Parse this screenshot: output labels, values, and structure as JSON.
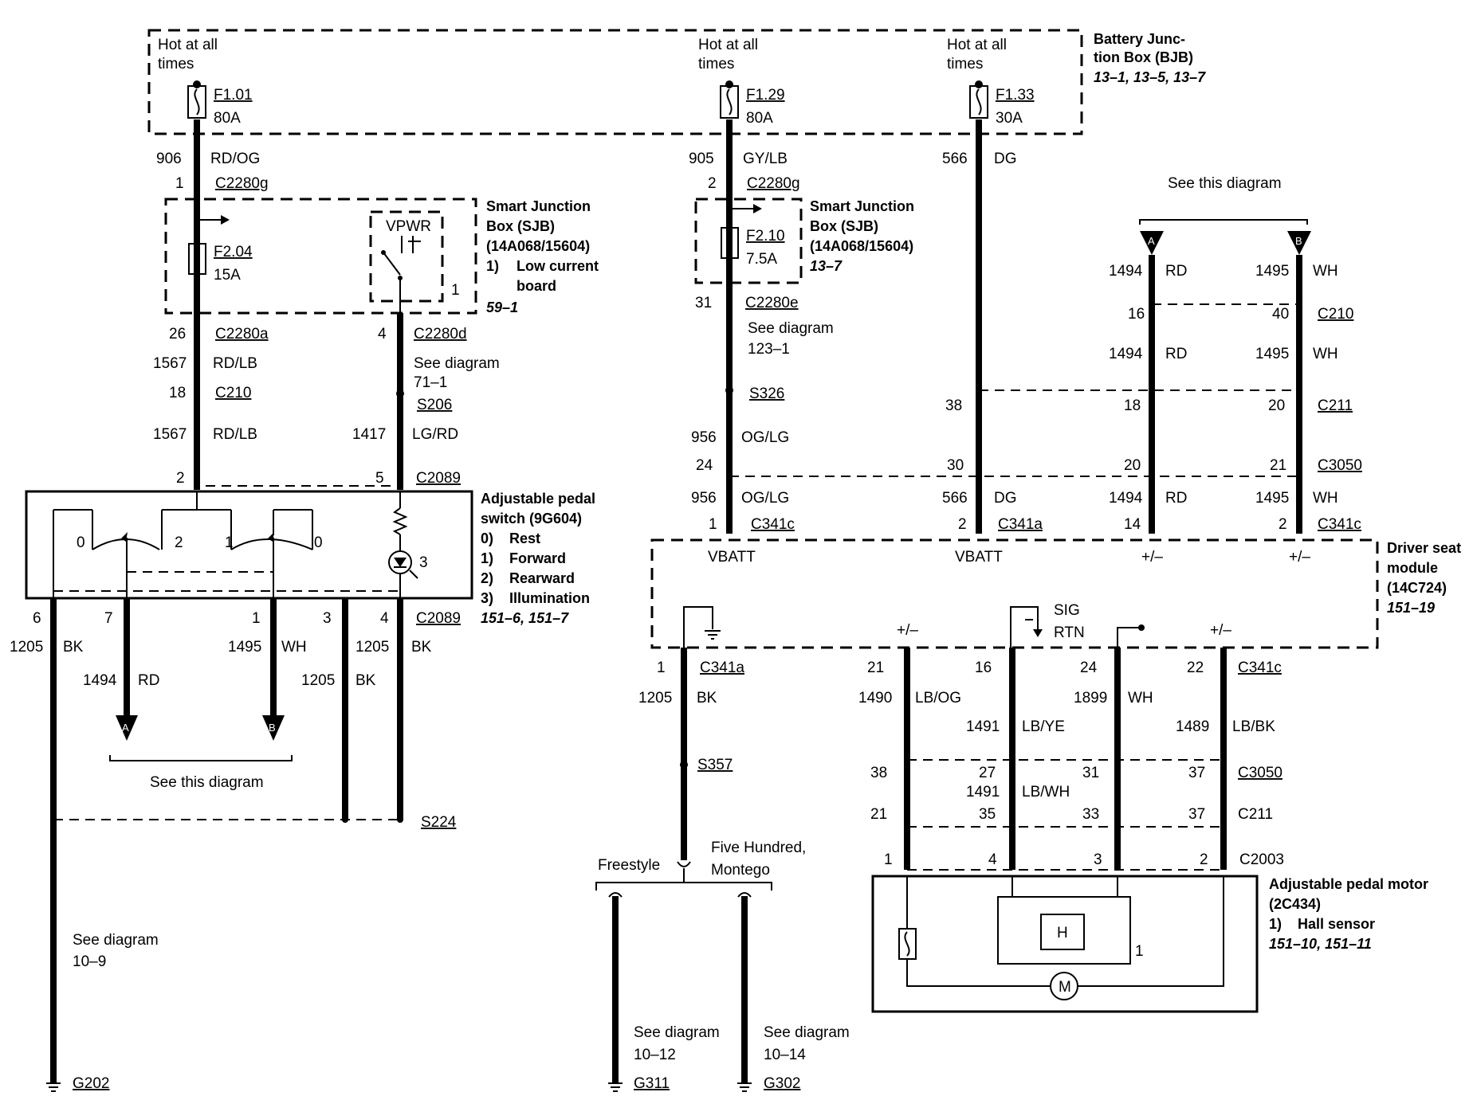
{
  "bjb": {
    "hot1": "Hot at all",
    "hot2": "times",
    "fuse1": {
      "id": "F1.01",
      "rating": "80A"
    },
    "fuse2": {
      "id": "F1.29",
      "rating": "80A"
    },
    "fuse3": {
      "id": "F1.33",
      "rating": "30A"
    },
    "title1": "Battery Junc-",
    "title2": "tion Box (BJB)",
    "ref": "13–1, 13–5, 13–7"
  },
  "sjb": {
    "title1": "Smart Junction",
    "title2": "Box (SJB)",
    "part": "(14A068/15604)",
    "note_num": "1)",
    "note1": "Low current",
    "note2": "board",
    "ref1": "59–1",
    "ref2": "13–7",
    "fuse_a": {
      "id": "F2.04",
      "rating": "15A"
    },
    "fuse_b": {
      "id": "F2.10",
      "rating": "7.5A"
    },
    "vpwr": "VPWR",
    "callout": "1"
  },
  "pedal_switch": {
    "title1": "Adjustable pedal",
    "title2": "switch (9G604)",
    "legend": [
      {
        "num": "0)",
        "text": "Rest"
      },
      {
        "num": "1)",
        "text": "Forward"
      },
      {
        "num": "2)",
        "text": "Rearward"
      },
      {
        "num": "3)",
        "text": "Illumination"
      }
    ],
    "ref": "151–6, 151–7",
    "pos_0": "0",
    "pos_1": "1",
    "pos_2": "2",
    "lamp": "3"
  },
  "seat_module": {
    "title1": "Driver seat",
    "title2": "module",
    "part": "(14C724)",
    "ref": "151–19",
    "vbatt": "VBATT",
    "pm": "+/–",
    "sig": "SIG",
    "rtn": "RTN"
  },
  "pedal_motor": {
    "title1": "Adjustable pedal motor",
    "part": "(2C434)",
    "note_num": "1)",
    "note": "Hall sensor",
    "ref": "151–10, 151–11",
    "hall": "H",
    "motor": "M",
    "callout": "1"
  },
  "see_this": "See this diagram",
  "see_diagram": "See diagram",
  "refs": {
    "r123": "123–1",
    "r71": "71–1",
    "r109": "10–9",
    "r1012": "10–12",
    "r1014": "10–14"
  },
  "freestyle": "Freestyle",
  "fivehundred1": "Five Hundred,",
  "fivehundred2": "Montego",
  "connectors": {
    "c2280g": "C2280g",
    "c2280a": "C2280a",
    "c2280d": "C2280d",
    "c2280e": "C2280e",
    "c210": "C210",
    "c211": "C211",
    "c2089": "C2089",
    "c341a": "C341a",
    "c341c": "C341c",
    "c3050": "C3050",
    "c2003": "C2003"
  },
  "splices": {
    "s206": "S206",
    "s326": "S326",
    "s224": "S224",
    "s357": "S357"
  },
  "grounds": {
    "g202": "G202",
    "g311": "G311",
    "g302": "G302"
  },
  "circuits": {
    "c906": "906",
    "c905": "905",
    "c566": "566",
    "c1567": "1567",
    "c1417": "1417",
    "c956": "956",
    "c1494": "1494",
    "c1495": "1495",
    "c1205": "1205",
    "c1490": "1490",
    "c1491": "1491",
    "c1899": "1899",
    "c1489": "1489"
  },
  "colors": {
    "rdog": "RD/OG",
    "gylb": "GY/LB",
    "dg": "DG",
    "rdlb": "RD/LB",
    "lgrd": "LG/RD",
    "oglg": "OG/LG",
    "rd": "RD",
    "wh": "WH",
    "bk": "BK",
    "lbog": "LB/OG",
    "lbye": "LB/YE",
    "lbbk": "LB/BK",
    "lbwh": "LB/WH"
  },
  "pins": {
    "p1": "1",
    "p2": "2",
    "p3": "3",
    "p4": "4",
    "p5": "5",
    "p6": "6",
    "p7": "7",
    "p14": "14",
    "p16": "16",
    "p18": "18",
    "p20": "20",
    "p21": "21",
    "p22": "22",
    "p24": "24",
    "p26": "26",
    "p27": "27",
    "p30": "30",
    "p31": "31",
    "p33": "33",
    "p35": "35",
    "p37": "37",
    "p38": "38",
    "p40": "40"
  },
  "accent": "#000000"
}
